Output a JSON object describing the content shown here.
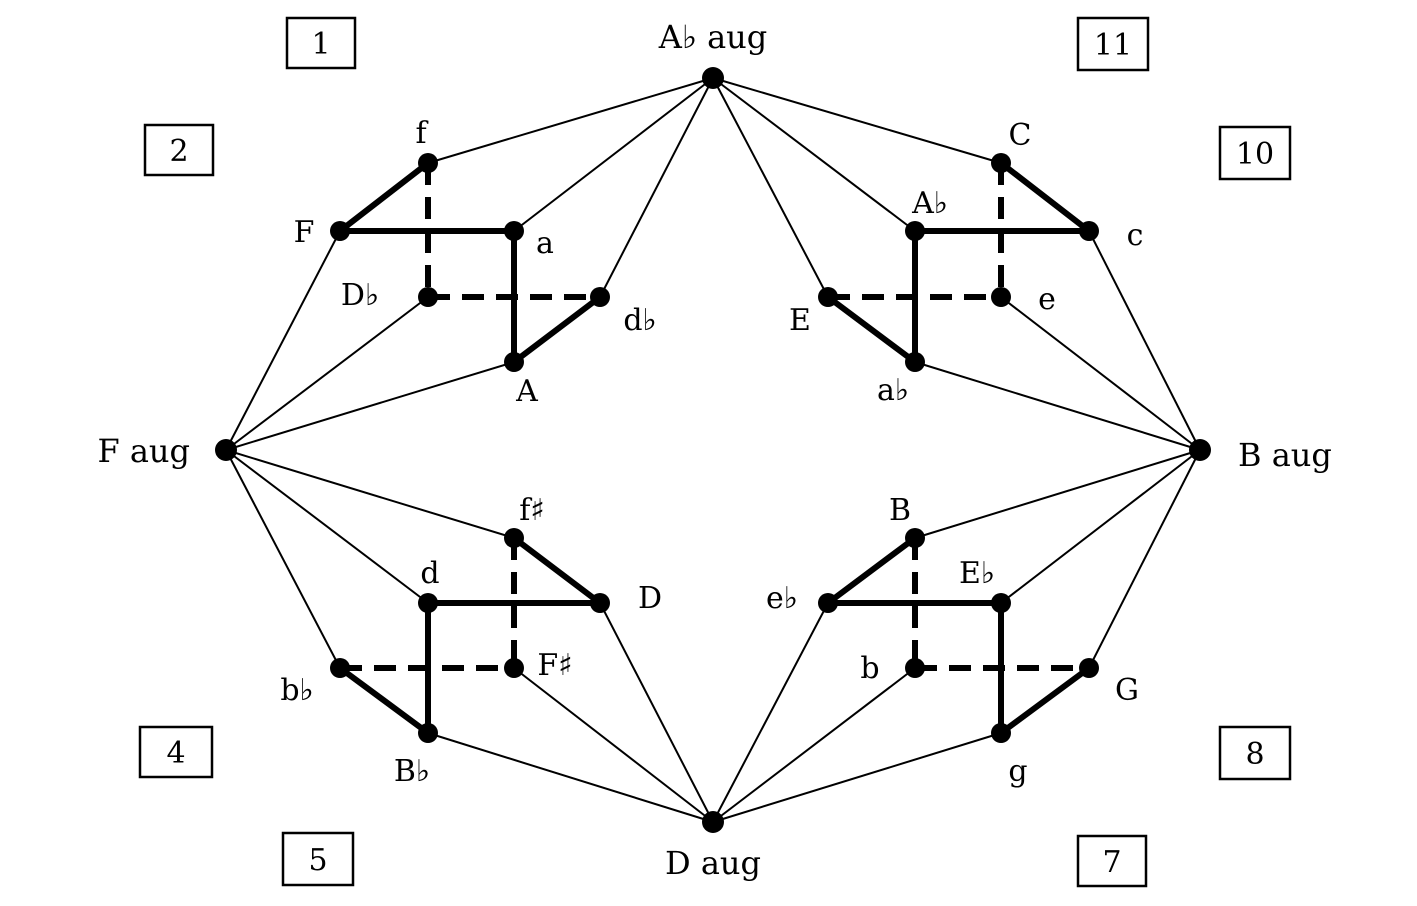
{
  "nodes": [
    {
      "id": "Abaug",
      "text": "A♭ aug"
    },
    {
      "id": "Faug",
      "text": "F aug"
    },
    {
      "id": "Baug",
      "text": "B aug"
    },
    {
      "id": "Daug",
      "text": "D aug"
    },
    {
      "id": "f",
      "text": "f"
    },
    {
      "id": "F",
      "text": "F"
    },
    {
      "id": "a",
      "text": "a"
    },
    {
      "id": "Db",
      "text": "D♭"
    },
    {
      "id": "db",
      "text": "d♭"
    },
    {
      "id": "A",
      "text": "A"
    },
    {
      "id": "C",
      "text": "C"
    },
    {
      "id": "Ab",
      "text": "A♭"
    },
    {
      "id": "c",
      "text": "c"
    },
    {
      "id": "E",
      "text": "E"
    },
    {
      "id": "e",
      "text": "e"
    },
    {
      "id": "ab",
      "text": "a♭"
    },
    {
      "id": "fs",
      "text": "f♯"
    },
    {
      "id": "d",
      "text": "d"
    },
    {
      "id": "D",
      "text": "D"
    },
    {
      "id": "bb",
      "text": "b♭"
    },
    {
      "id": "Fs",
      "text": "F♯"
    },
    {
      "id": "Bb",
      "text": "B♭"
    },
    {
      "id": "B",
      "text": "B"
    },
    {
      "id": "Eb",
      "text": "E♭"
    },
    {
      "id": "eb",
      "text": "e♭"
    },
    {
      "id": "b",
      "text": "b"
    },
    {
      "id": "G",
      "text": "G"
    },
    {
      "id": "g",
      "text": "g"
    }
  ],
  "edges": [
    {
      "from": "Abaug",
      "to": "f",
      "style": "thin"
    },
    {
      "from": "Abaug",
      "to": "a",
      "style": "thin"
    },
    {
      "from": "Abaug",
      "to": "db",
      "style": "thin"
    },
    {
      "from": "Abaug",
      "to": "C",
      "style": "thin"
    },
    {
      "from": "Abaug",
      "to": "Ab",
      "style": "thin"
    },
    {
      "from": "Abaug",
      "to": "E",
      "style": "thin"
    },
    {
      "from": "Faug",
      "to": "F",
      "style": "thin"
    },
    {
      "from": "Faug",
      "to": "Db",
      "style": "thin"
    },
    {
      "from": "Faug",
      "to": "A",
      "style": "thin"
    },
    {
      "from": "Faug",
      "to": "fs",
      "style": "thin"
    },
    {
      "from": "Faug",
      "to": "d",
      "style": "thin"
    },
    {
      "from": "Faug",
      "to": "bb",
      "style": "thin"
    },
    {
      "from": "Baug",
      "to": "c",
      "style": "thin"
    },
    {
      "from": "Baug",
      "to": "e",
      "style": "thin"
    },
    {
      "from": "Baug",
      "to": "ab",
      "style": "thin"
    },
    {
      "from": "Baug",
      "to": "B",
      "style": "thin"
    },
    {
      "from": "Baug",
      "to": "Eb",
      "style": "thin"
    },
    {
      "from": "Baug",
      "to": "G",
      "style": "thin"
    },
    {
      "from": "Daug",
      "to": "D",
      "style": "thin"
    },
    {
      "from": "Daug",
      "to": "Fs",
      "style": "thin"
    },
    {
      "from": "Daug",
      "to": "Bb",
      "style": "thin"
    },
    {
      "from": "Daug",
      "to": "eb",
      "style": "thin"
    },
    {
      "from": "Daug",
      "to": "b",
      "style": "thin"
    },
    {
      "from": "Daug",
      "to": "g",
      "style": "thin"
    },
    {
      "from": "f",
      "to": "F",
      "style": "thick"
    },
    {
      "from": "F",
      "to": "a",
      "style": "thick"
    },
    {
      "from": "a",
      "to": "A",
      "style": "thick"
    },
    {
      "from": "A",
      "to": "db",
      "style": "thick"
    },
    {
      "from": "f",
      "to": "Db",
      "style": "dashed"
    },
    {
      "from": "Db",
      "to": "db",
      "style": "dashed"
    },
    {
      "from": "C",
      "to": "c",
      "style": "thick"
    },
    {
      "from": "Ab",
      "to": "c",
      "style": "thick"
    },
    {
      "from": "Ab",
      "to": "ab",
      "style": "thick"
    },
    {
      "from": "E",
      "to": "ab",
      "style": "thick"
    },
    {
      "from": "C",
      "to": "e",
      "style": "dashed"
    },
    {
      "from": "E",
      "to": "e",
      "style": "dashed"
    },
    {
      "from": "fs",
      "to": "D",
      "style": "thick"
    },
    {
      "from": "d",
      "to": "D",
      "style": "thick"
    },
    {
      "from": "d",
      "to": "Bb",
      "style": "thick"
    },
    {
      "from": "bb",
      "to": "Bb",
      "style": "thick"
    },
    {
      "from": "fs",
      "to": "Fs",
      "style": "dashed"
    },
    {
      "from": "bb",
      "to": "Fs",
      "style": "dashed"
    },
    {
      "from": "B",
      "to": "eb",
      "style": "thick"
    },
    {
      "from": "eb",
      "to": "Eb",
      "style": "thick"
    },
    {
      "from": "Eb",
      "to": "g",
      "style": "thick"
    },
    {
      "from": "G",
      "to": "g",
      "style": "thick"
    },
    {
      "from": "B",
      "to": "b",
      "style": "dashed"
    },
    {
      "from": "b",
      "to": "G",
      "style": "dashed"
    }
  ],
  "boxes": [
    {
      "id": "box1",
      "text": "1"
    },
    {
      "id": "box2",
      "text": "2"
    },
    {
      "id": "box4",
      "text": "4"
    },
    {
      "id": "box5",
      "text": "5"
    },
    {
      "id": "box7",
      "text": "7"
    },
    {
      "id": "box8",
      "text": "8"
    },
    {
      "id": "box10",
      "text": "10"
    },
    {
      "id": "box11",
      "text": "11"
    }
  ]
}
